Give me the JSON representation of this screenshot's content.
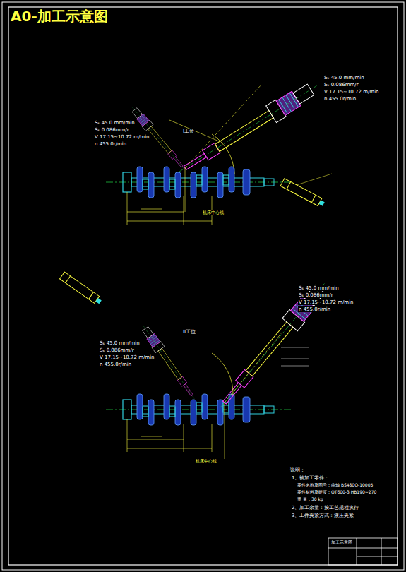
{
  "diagram": {
    "title": "A0-加工示意图",
    "labels": [
      "I工位",
      "Sₖ 45.0 mm/min",
      "Sₖ 0.086mm/r",
      "V 17.15~10.72 m/min",
      "n 455.0r/min",
      "Sₖ 45.0 mm/min",
      "Sₖ 0.086mm/r",
      "V 17.15~10.72 m/min",
      "n 455.0r/min",
      "机床中心线",
      "II工位",
      "Sₖ 45.0 mm/min",
      "Sₖ 0.086mm/r",
      "V 17.15~10.72 m/min",
      "n 455.0r/min",
      "Sₖ 45.0 mm/min",
      "Sₖ 0.086mm/r",
      "V 17.15~10.72 m/min",
      "n 455.0r/min",
      "机床中心线",
      "说明：",
      "1、被加工零件：",
      "零件名称及图号：曲轴 BS480Q-10005",
      "零件材料及硬度：QT600-3 HB190~270",
      "重 量：30 kg",
      "2、加工余量：按工艺规程执行",
      "3、工件夹紧方式：液压夹紧",
      "加工示意图"
    ]
  }
}
